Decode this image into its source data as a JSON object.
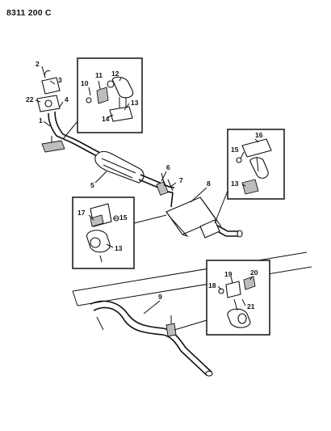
{
  "header": {
    "doc_code": "8311 200 C"
  },
  "callouts": {
    "n1": "1",
    "n2": "2",
    "n3": "3",
    "n4": "4",
    "n5": "5",
    "n6": "6",
    "n7": "7",
    "n8": "8",
    "n9": "9",
    "n10": "10",
    "n11": "11",
    "n12": "12",
    "n13": "13",
    "n14": "14",
    "n15": "15",
    "n16": "16",
    "n17": "17",
    "n18": "18",
    "n19": "19",
    "n20": "20",
    "n21": "21",
    "n22": "22"
  }
}
